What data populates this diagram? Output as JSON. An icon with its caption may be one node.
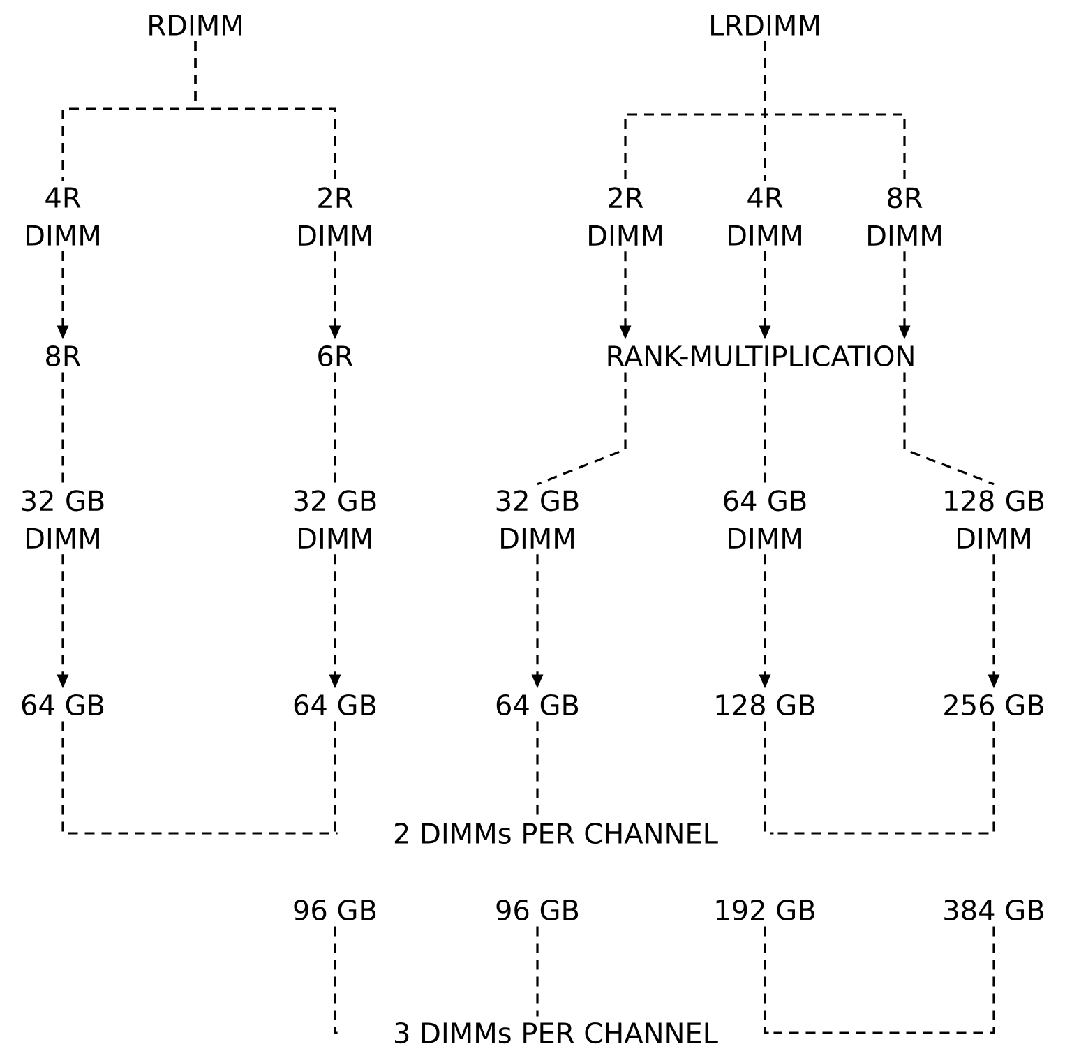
{
  "diagram": {
    "nodes": [
      {
        "text": [
          "RDIMM"
        ]
      },
      {
        "text": [
          "LRDIMM"
        ]
      },
      {
        "text": [
          "4R DIMM"
        ]
      },
      {
        "text": [
          "2R DIMM"
        ]
      },
      {
        "text": [
          "2R DIMM"
        ]
      },
      {
        "text": [
          "4R DIMM"
        ]
      },
      {
        "text": [
          "8R DIMM"
        ]
      },
      {
        "text": [
          "8R"
        ]
      },
      {
        "text": [
          "6R"
        ]
      },
      {
        "text": [
          "RANK-MULTIPLICATION"
        ]
      },
      {
        "text": [
          "32 GB DIMM"
        ]
      },
      {
        "text": [
          "32 GB DIMM"
        ]
      },
      {
        "text": [
          "32 GB DIMM"
        ]
      },
      {
        "text": [
          "64 GB DIMM"
        ]
      },
      {
        "text": [
          "128 GB DIMM"
        ]
      },
      {
        "text": [
          "64 GB"
        ]
      },
      {
        "text": [
          "64 GB"
        ]
      },
      {
        "text": [
          "64 GB"
        ]
      },
      {
        "text": [
          "128 GB"
        ]
      },
      {
        "text": [
          "256 GB"
        ]
      },
      {
        "text": [
          "2 DIMMs PER CHANNEL"
        ]
      },
      {
        "text": [
          "96 GB"
        ]
      },
      {
        "text": [
          "96 GB"
        ]
      },
      {
        "text": [
          "192 GB"
        ]
      },
      {
        "text": [
          "384 GB"
        ]
      },
      {
        "text": [
          "3 DIMMs PER CHANNEL"
        ]
      }
    ],
    "edges": [
      {
        "from": 0,
        "to": 2,
        "arrow": "none"
      },
      {
        "from": 0,
        "to": 3,
        "arrow": "none"
      },
      {
        "from": 1,
        "to": 4,
        "arrow": "none"
      },
      {
        "from": 1,
        "to": 5,
        "arrow": "none"
      },
      {
        "from": 1,
        "to": 6,
        "arrow": "none"
      },
      {
        "from": 2,
        "to": 7,
        "arrow": "to"
      },
      {
        "from": 3,
        "to": 8,
        "arrow": "to"
      },
      {
        "from": 4,
        "to": 9,
        "arrow": "to"
      },
      {
        "from": 5,
        "to": 9,
        "arrow": "to"
      },
      {
        "from": 6,
        "to": 9,
        "arrow": "to"
      },
      {
        "from": 7,
        "to": 10,
        "arrow": "none"
      },
      {
        "from": 8,
        "to": 11,
        "arrow": "none"
      },
      {
        "from": 9,
        "to": 12,
        "arrow": "none"
      },
      {
        "from": 9,
        "to": 13,
        "arrow": "none"
      },
      {
        "from": 9,
        "to": 14,
        "arrow": "none"
      },
      {
        "from": 10,
        "to": 15,
        "arrow": "to"
      },
      {
        "from": 11,
        "to": 16,
        "arrow": "to"
      },
      {
        "from": 12,
        "to": 17,
        "arrow": "to"
      },
      {
        "from": 13,
        "to": 18,
        "arrow": "to"
      },
      {
        "from": 14,
        "to": 19,
        "arrow": "to"
      },
      {
        "from": 15,
        "to": 20,
        "arrow": "none"
      },
      {
        "from": 16,
        "to": 20,
        "arrow": "none"
      },
      {
        "from": 17,
        "to": 20,
        "arrow": "none"
      },
      {
        "from": 18,
        "to": 20,
        "arrow": "none"
      },
      {
        "from": 19,
        "to": 20,
        "arrow": "none"
      },
      {
        "from": 21,
        "to": 25,
        "arrow": "none"
      },
      {
        "from": 22,
        "to": 25,
        "arrow": "none"
      },
      {
        "from": 23,
        "to": 25,
        "arrow": "none"
      },
      {
        "from": 24,
        "to": 25,
        "arrow": "none"
      }
    ]
  }
}
